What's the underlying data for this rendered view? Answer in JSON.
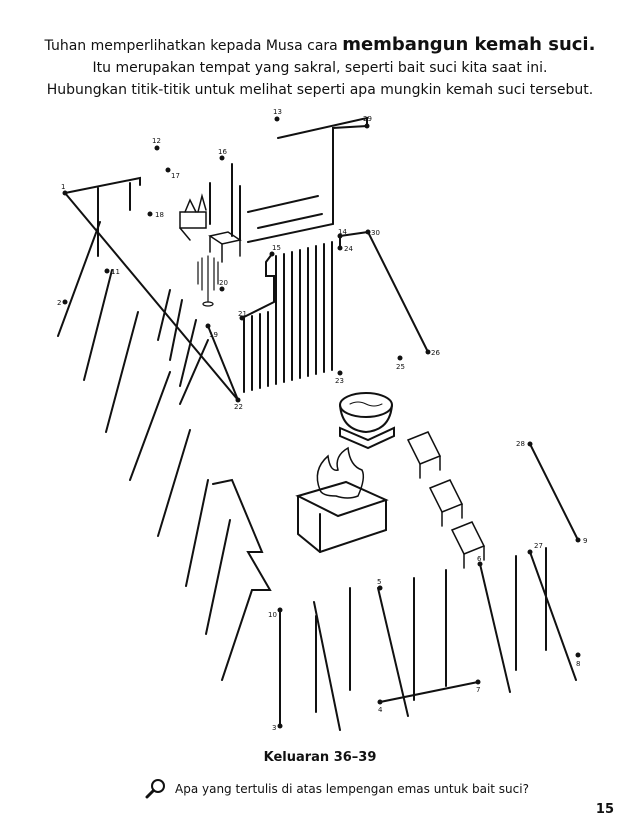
{
  "intro": {
    "line1_prefix": "Tuhan memperlihatkan kepada Musa cara ",
    "line1_bold": "membangun kemah suci.",
    "line2": "Itu merupakan tempat yang sakral, seperti bait suci kita saat ini.",
    "line3": "Hubungkan titik-titik untuk melihat seperti apa mungkin kemah suci tersebut."
  },
  "dots": [
    {
      "n": "1"
    },
    {
      "n": "2"
    },
    {
      "n": "3"
    },
    {
      "n": "4"
    },
    {
      "n": "5"
    },
    {
      "n": "6"
    },
    {
      "n": "7"
    },
    {
      "n": "8"
    },
    {
      "n": "9"
    },
    {
      "n": "10"
    },
    {
      "n": "11"
    },
    {
      "n": "12"
    },
    {
      "n": "13"
    },
    {
      "n": "14"
    },
    {
      "n": "15"
    },
    {
      "n": "16"
    },
    {
      "n": "17"
    },
    {
      "n": "18"
    },
    {
      "n": "19"
    },
    {
      "n": "20"
    },
    {
      "n": "21"
    },
    {
      "n": "22"
    },
    {
      "n": "23"
    },
    {
      "n": "24"
    },
    {
      "n": "25"
    },
    {
      "n": "26"
    },
    {
      "n": "27"
    },
    {
      "n": "28"
    },
    {
      "n": "29"
    },
    {
      "n": "30"
    }
  ],
  "reference": "Keluaran 36–39",
  "question": "Apa yang tertulis di atas lempengan emas untuk bait suci?",
  "page_number": "15"
}
